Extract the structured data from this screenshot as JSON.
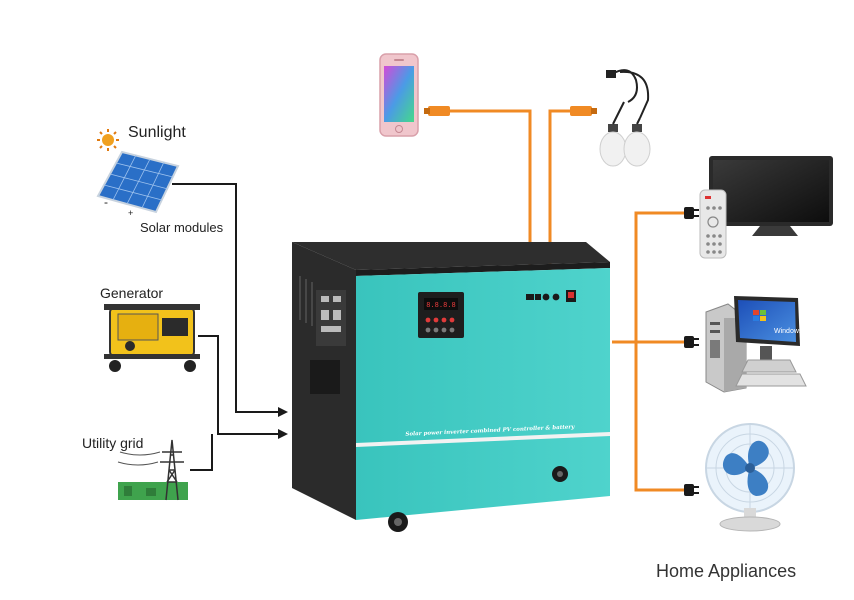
{
  "labels": {
    "sunlight": "Sunlight",
    "solar_modules": "Solar modules",
    "generator": "Generator",
    "utility_grid": "Utility grid",
    "home_appliances": "Home Appliances",
    "unit_banner": "Solar power inverter combined PV controller & battery",
    "display_text": "8.8.8.8",
    "solar_minus": "-",
    "solar_plus": "+",
    "monitor_brand": "Windows"
  },
  "colors": {
    "input_wire": "#1a1a1a",
    "output_wire": "#f08a24",
    "unit_body": "#3ec9c2",
    "unit_dark": "#2b2b2b",
    "sun": "#f0a020",
    "solar_cell": "#2a6fc7",
    "generator": "#f2c21b"
  },
  "icons": {
    "solar": "solar-panel-icon",
    "sun": "sun-icon",
    "generator": "generator-icon",
    "grid": "power-tower-icon",
    "phone": "smartphone-icon",
    "bulbs": "led-bulbs-icon",
    "tv": "tv-icon",
    "remote": "remote-control-icon",
    "computer": "desktop-computer-icon",
    "fan": "electric-fan-icon",
    "plug": "plug-icon"
  }
}
